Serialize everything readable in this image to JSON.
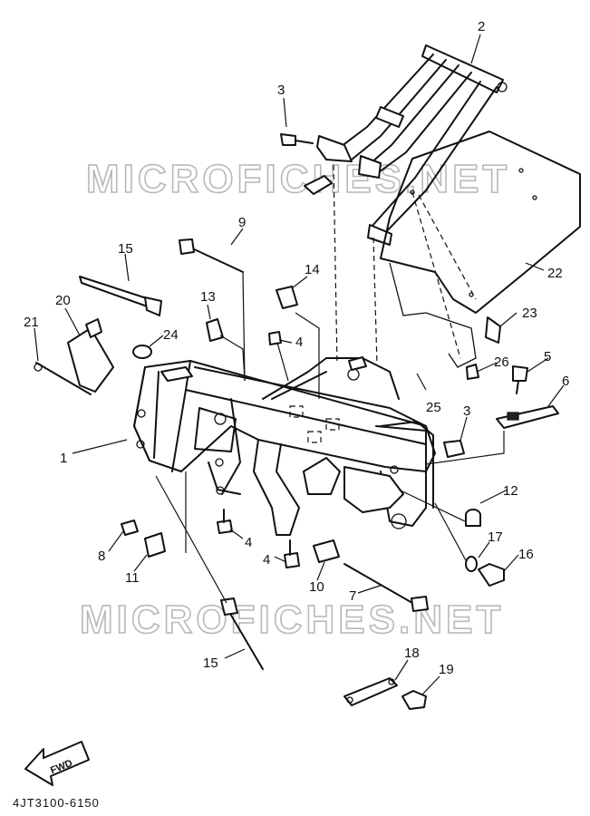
{
  "watermark": "MICROFICHES.NET",
  "diagram_code": "4JT3100-6150",
  "fwd_label": "FWD",
  "callouts": {
    "c1": "1",
    "c2": "2",
    "c3a": "3",
    "c3b": "3",
    "c4a": "4",
    "c4b": "4",
    "c4c": "4",
    "c5": "5",
    "c6": "6",
    "c7": "7",
    "c8": "8",
    "c9": "9",
    "c10": "10",
    "c11": "11",
    "c12": "12",
    "c13": "13",
    "c14": "14",
    "c15a": "15",
    "c15b": "15",
    "c16": "16",
    "c17": "17",
    "c18": "18",
    "c19": "19",
    "c20": "20",
    "c21": "21",
    "c22": "22",
    "c23": "23",
    "c24": "24",
    "c25": "25",
    "c26": "26"
  }
}
